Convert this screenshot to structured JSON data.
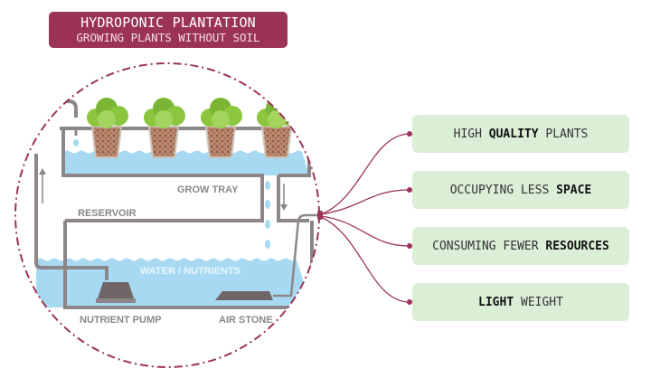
{
  "header": {
    "title": "HYDROPONIC PLANTATION",
    "subtitle": "GROWING PLANTS WITHOUT SOIL"
  },
  "diagram": {
    "labels": {
      "grow_tray": "GROW TRAY",
      "reservoir": "RESERVOIR",
      "water": "WATER / NUTRIENTS",
      "pump": "NUTRIENT PUMP",
      "air_stone": "AIR STONE"
    },
    "plant_count": 4
  },
  "benefits": [
    {
      "pre": "HIGH ",
      "bold": "QUALITY",
      "post": " PLANTS"
    },
    {
      "pre": "OCCUPYING LESS ",
      "bold": "SPACE",
      "post": ""
    },
    {
      "pre": "CONSUMING FEWER ",
      "bold": "RESOURCES",
      "post": ""
    },
    {
      "pre": "",
      "bold": "LIGHT",
      "post": " WEIGHT"
    }
  ],
  "colors": {
    "accent": "#9b3358",
    "benefit_bg": "#dbeed6",
    "water": "#a7daf2",
    "pipe": "#8c8688",
    "leaf": "#8cc63f"
  }
}
